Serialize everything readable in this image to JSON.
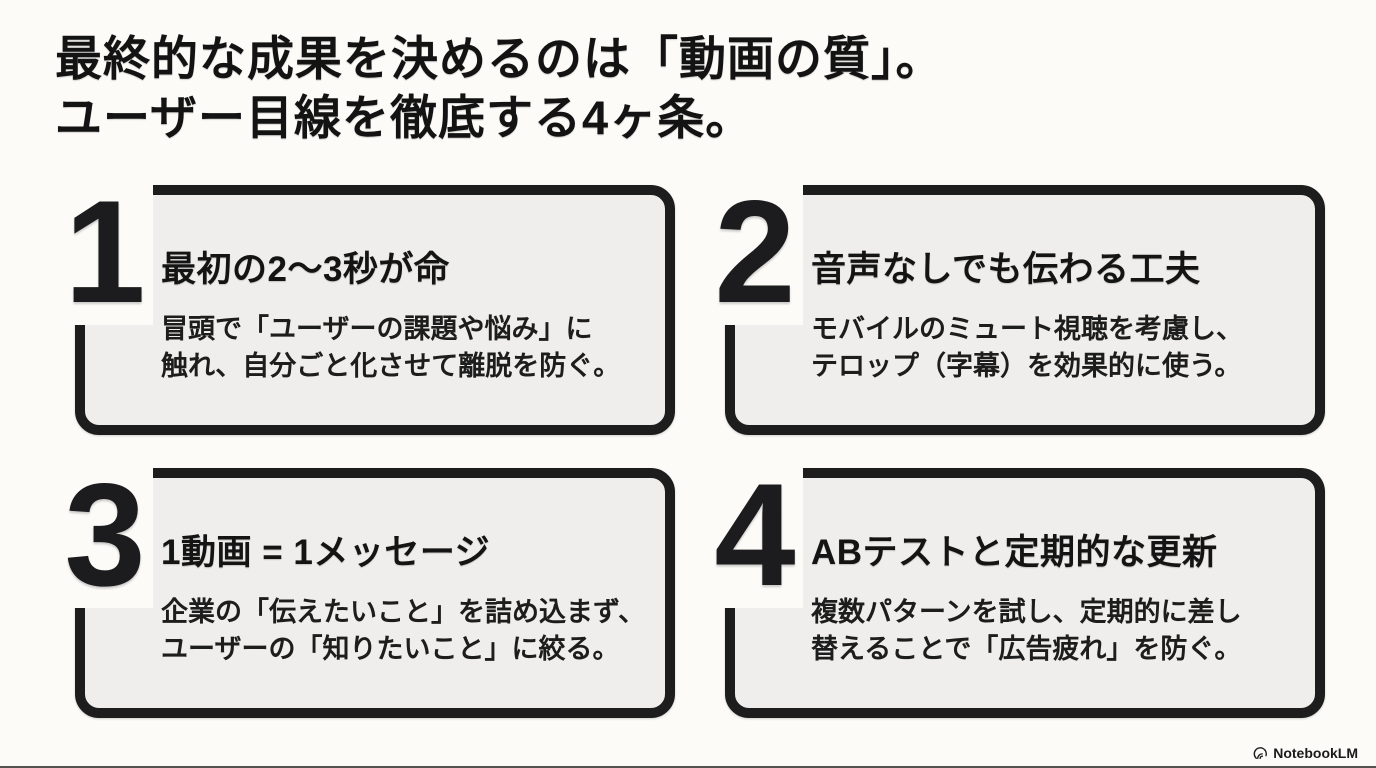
{
  "page": {
    "title": "最終的な成果を決めるのは「動画の質」。\nユーザー目線を徹底する4ヶ条。"
  },
  "colors": {
    "page_background": "#fcfbf8",
    "card_background": "#efeeec",
    "ink": "#1d1d1d"
  },
  "cards": [
    {
      "number": "1",
      "heading": "最初の2〜3秒が命",
      "description": "冒頭で「ユーザーの課題や悩み」に\n触れ、自分ごと化させて離脱を防ぐ。"
    },
    {
      "number": "2",
      "heading": "音声なしでも伝わる工夫",
      "description": "モバイルのミュート視聴を考慮し、\nテロップ（字幕）を効果的に使う。"
    },
    {
      "number": "3",
      "heading": "1動画 = 1メッセージ",
      "description": "企業の「伝えたいこと」を詰め込まず、\nユーザーの「知りたいこと」に絞る。"
    },
    {
      "number": "4",
      "heading": "ABテストと定期的な更新",
      "description": "複数パターンを試し、定期的に差し\n替えることで「広告疲れ」を防ぐ。"
    }
  ],
  "footer": {
    "brand": "NotebookLM",
    "icon": "notebooklm-logo-icon"
  }
}
